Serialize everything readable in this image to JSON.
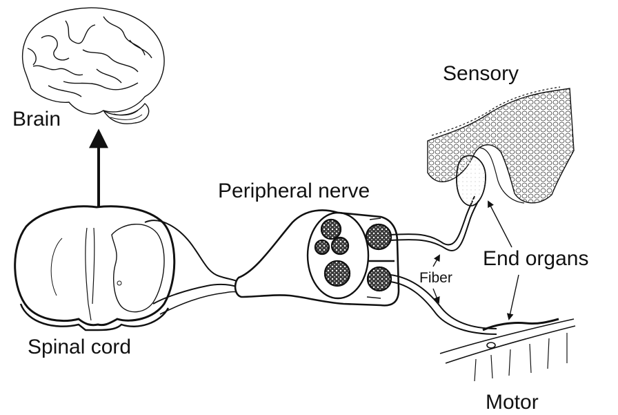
{
  "labels": {
    "brain": "Brain",
    "spinal_cord": "Spinal cord",
    "peripheral_nerve": "Peripheral nerve",
    "sensory": "Sensory",
    "end_organs": "End organs",
    "fiber": "Fiber",
    "motor": "Motor"
  },
  "colors": {
    "ink": "#111111",
    "background": "#ffffff",
    "fascicle_fill": "#3a3a3a"
  }
}
